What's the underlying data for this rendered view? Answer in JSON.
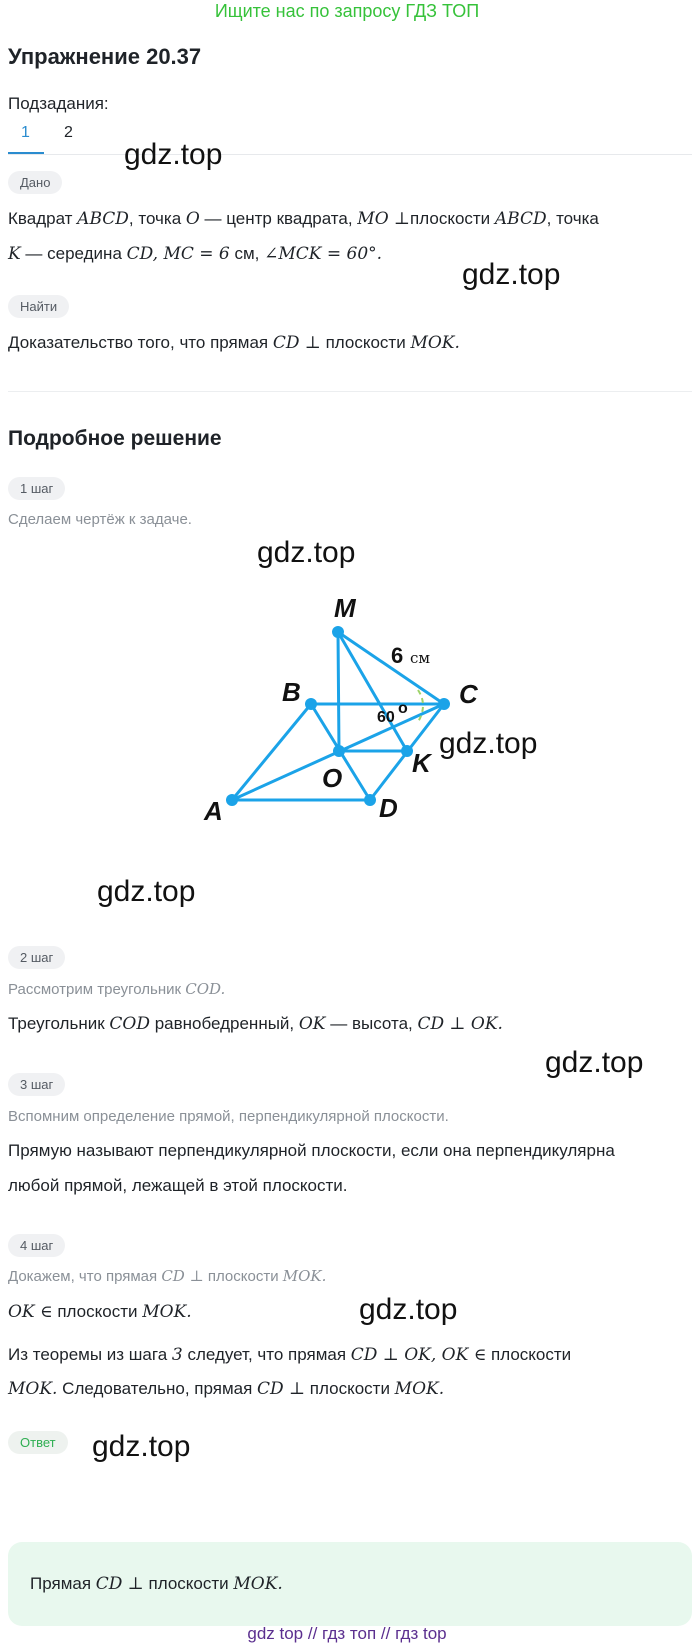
{
  "banner": "Ищите нас по запросу ГДЗ ТОП",
  "title": "Упражнение 20.37",
  "subtasks_label": "Подзадания:",
  "tabs": [
    "1",
    "2"
  ],
  "watermark": "gdz.top",
  "given": {
    "chip": "Дано",
    "l1": {
      "t1": "Квадрат ",
      "m1": "ABCD",
      "t2": ", точка ",
      "m2": "O",
      "t3": " — центр квадрата, ",
      "m3": "MO ⊥",
      "t4": "плоскости ",
      "m4": "ABCD",
      "t5": ", точка"
    },
    "l2": {
      "m1": "K",
      "t1": " — середина ",
      "m2": "CD, MC = 6",
      "t2": " см, ",
      "m3": "∠MCK = 60°."
    }
  },
  "find": {
    "chip": "Найти",
    "line": {
      "t1": "Доказательство того, что прямая ",
      "m1": "CD ⊥",
      "t2": " плоскости ",
      "m2": "MOK."
    }
  },
  "solution_title": "Подробное решение",
  "step1": {
    "chip": "1 шаг",
    "note": "Сделаем чертёж к задаче."
  },
  "figure": {
    "labels": {
      "M": "M",
      "B": "B",
      "C": "C",
      "O": "O",
      "K": "K",
      "A": "A",
      "D": "D"
    },
    "six": "6",
    "cm": "см",
    "angle": "60",
    "degree": "o",
    "line_color": "#1ba3e8",
    "angle_color": "#9ed36a"
  },
  "step2": {
    "chip": "2 шаг",
    "note": {
      "t1": "Рассмотрим треугольник ",
      "m1": "COD."
    },
    "line": {
      "t1": "Треугольник ",
      "m1": "COD",
      "t2": " равнобедренный, ",
      "m2": "OK",
      "t3": " — высота, ",
      "m3": "CD ⊥ OK."
    }
  },
  "step3": {
    "chip": "3 шаг",
    "note": "Вспомним определение прямой, перпендикулярной плоскости.",
    "l1": "Прямую называют перпендикулярной плоскости, если она перпендикулярна",
    "l2": "любой прямой, лежащей в этой плоскости."
  },
  "step4": {
    "chip": "4 шаг",
    "note": {
      "t1": "Докажем, что прямая ",
      "m1": "CD ⊥",
      "t2": " плоскости ",
      "m2": "MOK."
    },
    "l1": {
      "m1": "OK ∈",
      "t1": " плоскости ",
      "m2": "MOK."
    },
    "l2": {
      "t1": "Из теоремы из шага ",
      "m1": "3",
      "t2": " следует, что прямая ",
      "m2": "CD ⊥ OK, OK ∈",
      "t3": " плоскости"
    },
    "l3": {
      "m1": "MOK.",
      "t1": " Следовательно, прямая ",
      "m2": "CD ⊥",
      "t2": " плоскости ",
      "m3": "MOK."
    }
  },
  "answer": {
    "chip": "Ответ",
    "line": {
      "t1": "Прямая ",
      "m1": "CD ⊥",
      "t2": " плоскости ",
      "m2": "MOK."
    }
  },
  "footer": [
    "gdz top",
    "гдз топ",
    "гдз top"
  ],
  "footer_sep": "//"
}
